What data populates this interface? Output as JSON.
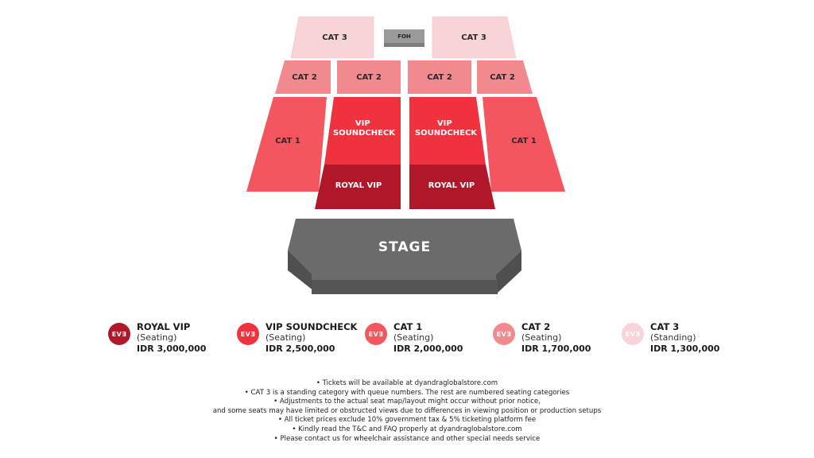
{
  "colors": {
    "royal_vip": "#b0182a",
    "vip_soundcheck": "#f0323f",
    "cat1": "#f4565f",
    "cat2": "#f08a8f",
    "cat3": "#f9d4d6",
    "foh": "#9a9a9a",
    "stage": "#6b6b6b"
  },
  "map": {
    "cat3_left": "CAT 3",
    "cat3_right": "CAT 3",
    "foh": "FOH",
    "cat2_1": "CAT 2",
    "cat2_2": "CAT 2",
    "cat2_3": "CAT 2",
    "cat2_4": "CAT 2",
    "cat1_left": "CAT 1",
    "cat1_right": "CAT 1",
    "vip_soundcheck_left": [
      "VIP",
      "SOUNDCHECK"
    ],
    "vip_soundcheck_right": [
      "VIP",
      "SOUNDCHECK"
    ],
    "royal_vip_left": "ROYAL VIP",
    "royal_vip_right": "ROYAL VIP",
    "stage": "STAGE"
  },
  "legend": [
    {
      "badge": "EVƎ",
      "name": "ROYAL VIP",
      "type": "(Seating)",
      "price": "IDR 3,000,000",
      "color": "#b0182a"
    },
    {
      "badge": "EVƎ",
      "name": "VIP SOUNDCHECK",
      "type": "(Seating)",
      "price": "IDR 2,500,000",
      "color": "#f0323f"
    },
    {
      "badge": "EVƎ",
      "name": "CAT 1",
      "type": "(Seating)",
      "price": "IDR 2,000,000",
      "color": "#f4565f"
    },
    {
      "badge": "EVƎ",
      "name": "CAT 2",
      "type": "(Seating)",
      "price": "IDR 1,700,000",
      "color": "#f08a8f"
    },
    {
      "badge": "EVƎ",
      "name": "CAT 3",
      "type": "(Standing)",
      "price": "IDR 1,300,000",
      "color": "#f9d4d6"
    }
  ],
  "notes": [
    "• Tickets will be available at dyandraglobalstore.com",
    "• CAT 3 is a standing category with queue numbers. The rest are numbered seating categories",
    "• Adjustments to the actual seat map/layout might occur without prior notice,",
    "and some seats may have limited or obstructed views due to differences in viewing position or production setups",
    "• All ticket prices exclude 10% government tax & 5% ticketing platform fee",
    "• Kindly read the T&C and FAQ properly at dyandraglobalstore.com",
    "• Please contact us for wheelchair assistance and other special needs service"
  ]
}
